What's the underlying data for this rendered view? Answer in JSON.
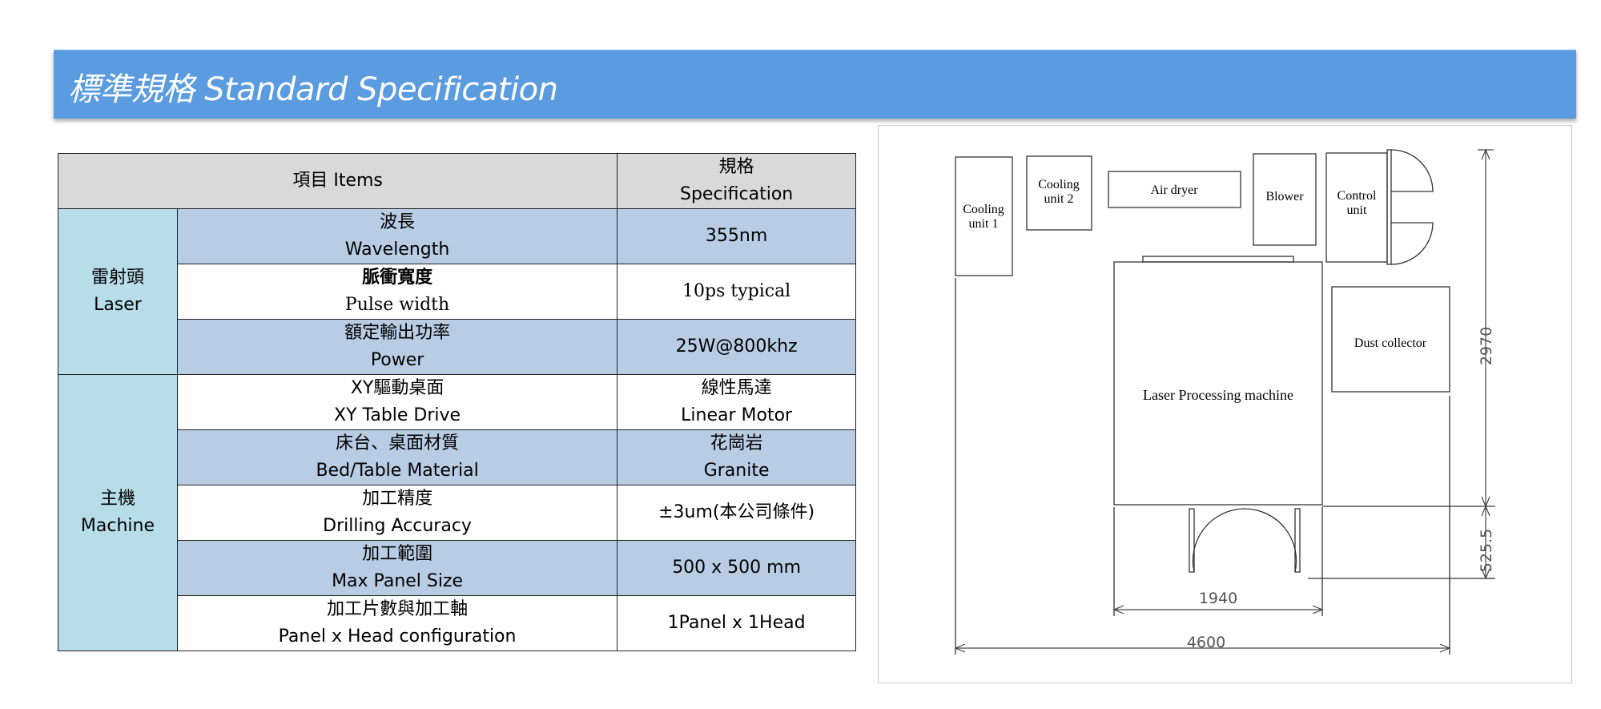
{
  "header": {
    "title": "標準規格 Standard Specification",
    "bg_color": "#5b9be0"
  },
  "table": {
    "head": {
      "item_zh": "項目",
      "item_en": "Items",
      "spec_zh": "規格",
      "spec_en": "Specification"
    },
    "groups": [
      {
        "label_zh": "雷射頭",
        "label_en": "Laser"
      },
      {
        "label_zh": "主機",
        "label_en": "Machine"
      }
    ],
    "rows": [
      {
        "item_zh": "波長",
        "item_en": "Wavelength",
        "spec": "355nm"
      },
      {
        "item_zh": "脈衝寬度",
        "item_en": "Pulse width",
        "spec": "10ps typical"
      },
      {
        "item_zh": "額定輸出功率",
        "item_en": "Power",
        "spec": "25W@800khz"
      },
      {
        "item_zh": "XY驅動桌面",
        "item_en": "XY Table Drive",
        "spec_zh": "線性馬達",
        "spec_en": "Linear Motor"
      },
      {
        "item_zh": "床台、桌面材質",
        "item_en": "Bed/Table Material",
        "spec_zh": "花崗岩",
        "spec_en": "Granite"
      },
      {
        "item_zh": "加工精度",
        "item_en": "Drilling Accuracy",
        "spec": "±3um(本公司條件)"
      },
      {
        "item_zh": "加工範圍",
        "item_en": "Max Panel Size",
        "spec": "500 x 500 mm"
      },
      {
        "item_zh": "加工片數與加工軸",
        "item_en": "Panel x Head configuration",
        "spec": "1Panel x 1Head"
      }
    ],
    "colors": {
      "group_cell": "#b7dde8",
      "blue_row": "#b8cce4",
      "header_row": "#d9d9d9"
    }
  },
  "floor_plan": {
    "units": {
      "cooling1_l1": "Cooling",
      "cooling1_l2": "unit 1",
      "cooling2_l1": "Cooling",
      "cooling2_l2": "unit 2",
      "air_dryer": "Air dryer",
      "blower": "Blower",
      "control_l1": "Control",
      "control_l2": "unit",
      "dust": "Dust collector",
      "laser": "Laser Processing machine"
    },
    "dimensions": {
      "height_total": "2970",
      "height_lower": "525.5",
      "width_machine": "1940",
      "width_total": "4600"
    }
  }
}
